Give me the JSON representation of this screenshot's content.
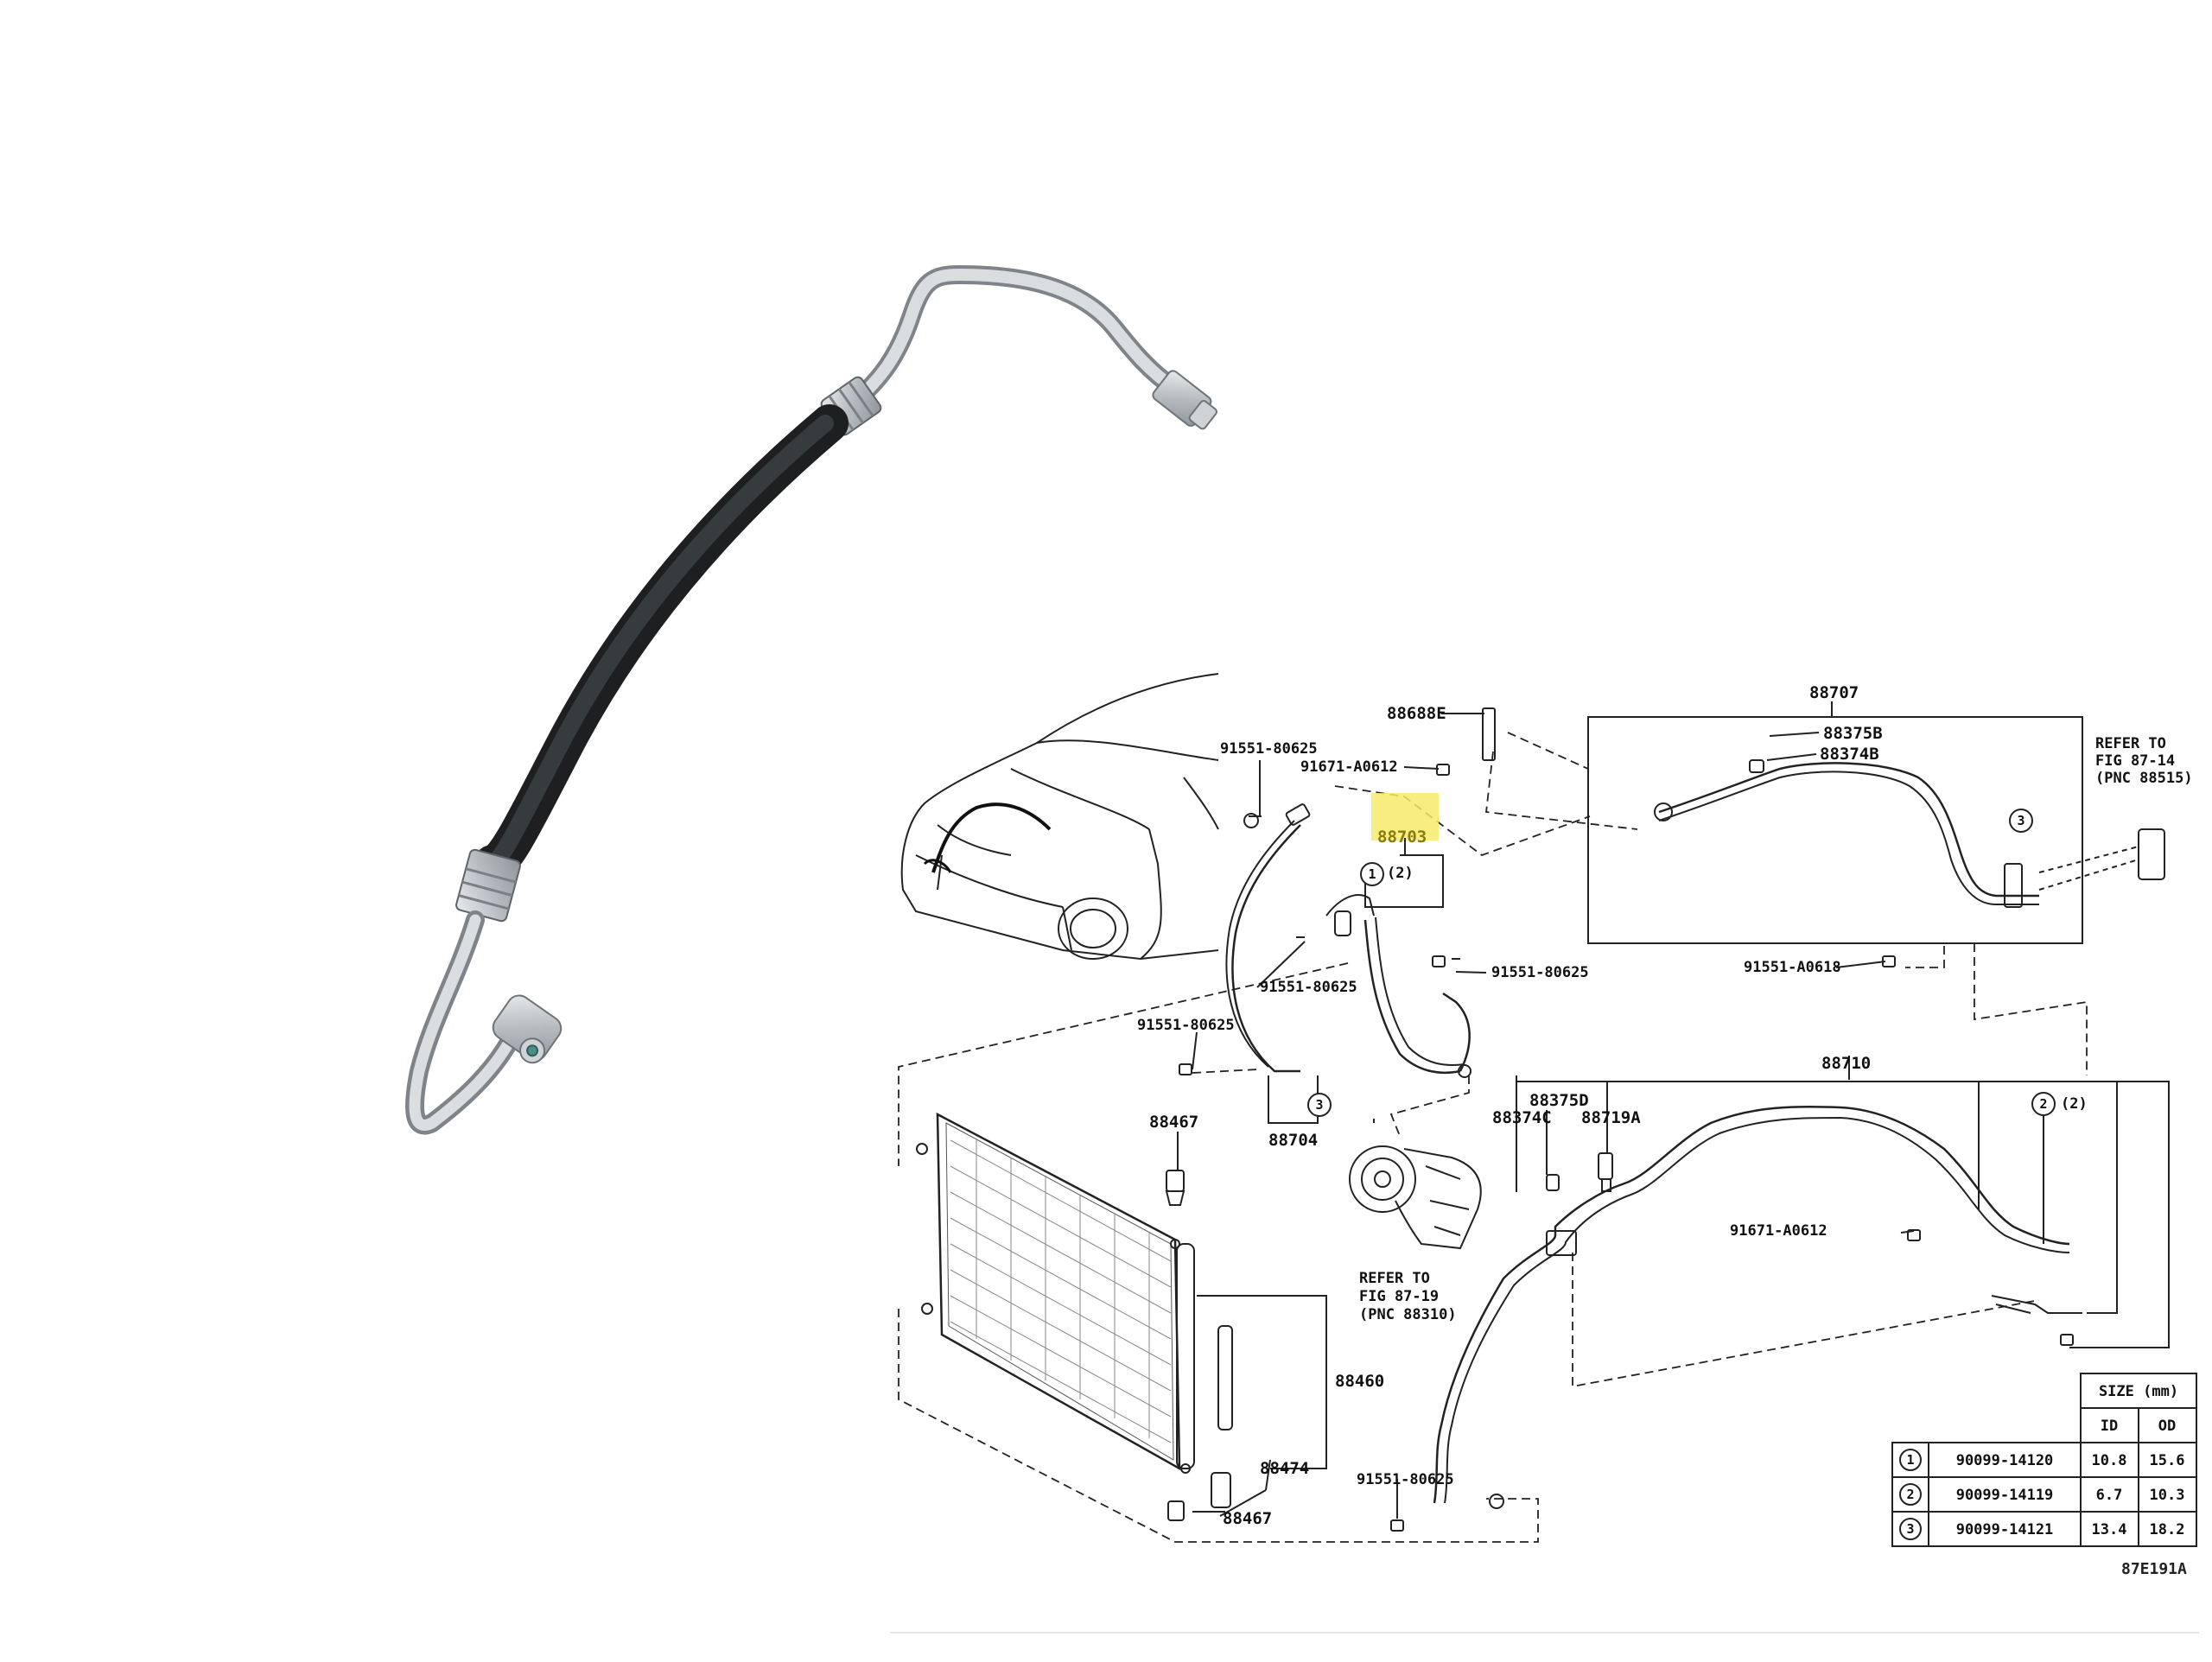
{
  "product_image": {
    "description_icon": "ac-discharge-hose-icon"
  },
  "highlight_color": "#f6ea6a",
  "callouts": {
    "c88707": "88707",
    "c88688e": "88688E",
    "c88375b": "88375B",
    "c88374b": "88374B",
    "c91551_80625_top": "91551-80625",
    "c91671_a0612_top": "91671-A0612",
    "c88703": "88703",
    "c88703_qty": "(2)",
    "c91551_80625_mid": "91551-80625",
    "c91551_80625_right": "91551-80625",
    "c91551_a0618": "91551-A0618",
    "c91551_80625_left": "91551-80625",
    "c88710": "88710",
    "c88375d": "88375D",
    "c88374c": "88374C",
    "c88719a": "88719A",
    "c88467_top": "88467",
    "c88704": "88704",
    "c91671_a0612_bottom": "91671-A0612",
    "c88460": "88460",
    "c88474": "88474",
    "c88467_bottom": "88467",
    "c91551_80625_bottom": "91551-80625",
    "c2_qty": "(2)",
    "circle1": "1",
    "circle2": "2",
    "circle3a": "3",
    "circle3b": "3"
  },
  "refer_notes": {
    "right": [
      "REFER TO",
      "FIG 87-14",
      "(PNC 88515)"
    ],
    "compressor": [
      "REFER TO",
      "FIG 87-19",
      "(PNC 88310)"
    ]
  },
  "size_table": {
    "header": "SIZE (mm)",
    "col_id": "ID",
    "col_od": "OD",
    "rows": [
      {
        "mark": "1",
        "part": "90099-14120",
        "id": "10.8",
        "od": "15.6"
      },
      {
        "mark": "2",
        "part": "90099-14119",
        "id": "6.7",
        "od": "10.3"
      },
      {
        "mark": "3",
        "part": "90099-14121",
        "id": "13.4",
        "od": "18.2"
      }
    ]
  },
  "figure_id": "87E191A"
}
